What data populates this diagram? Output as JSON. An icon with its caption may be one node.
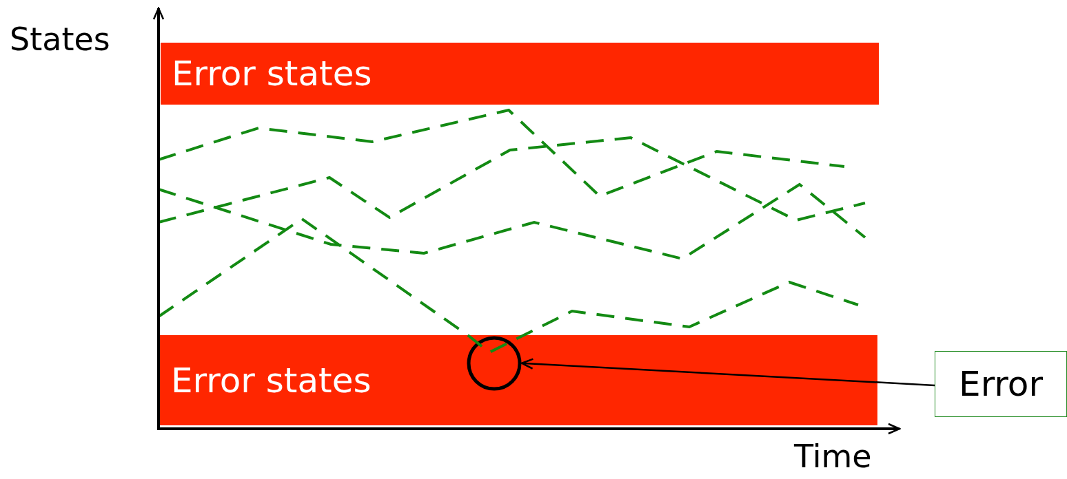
{
  "diagram": {
    "nodes": [
      {
        "text": [
          "Error states"
        ]
      },
      {
        "text": [
          "Error states"
        ]
      },
      {
        "text": [],
        "shape": "circle",
        "in": 1
      },
      {
        "text": [
          "Error"
        ]
      }
    ],
    "edges": [
      {
        "from": 3,
        "to": 2,
        "arrow": "to"
      }
    ],
    "labels": [
      "States",
      "Time"
    ]
  }
}
